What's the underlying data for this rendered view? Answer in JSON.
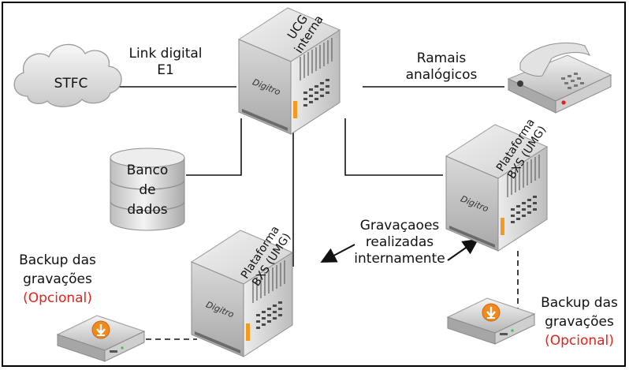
{
  "nodes": {
    "stfc": {
      "label": "STFC"
    },
    "ucg": {
      "line1": "UCG",
      "line2": "interna",
      "brand": "Digitro"
    },
    "phone": {
      "label_line1": "Ramais",
      "label_line2": "analógicos"
    },
    "database": {
      "line1": "Banco",
      "line2": "de",
      "line3": "dados"
    },
    "bxs_right": {
      "line1": "Plataforma",
      "line2": "BXS (UMG)",
      "brand": "Digitro"
    },
    "bxs_left": {
      "line1": "Plataforma",
      "line2": "BXS (UMG)",
      "brand": "Digitro"
    },
    "backup_left": {
      "line1": "Backup das",
      "line2": "gravações",
      "optional": "(Opcional)"
    },
    "backup_right": {
      "line1": "Backup das",
      "line2": "gravações",
      "optional": "(Opcional)"
    }
  },
  "edges": {
    "link_label_line1": "Link digital",
    "link_label_line2": "E1",
    "recordings_line1": "Gravaçaoes",
    "recordings_line2": "realizadas",
    "recordings_line3": "internamente"
  },
  "colors": {
    "optional_text": "#e3231c",
    "backup_arrow": "#f08a1e",
    "accent_orange": "#f39a1f"
  }
}
